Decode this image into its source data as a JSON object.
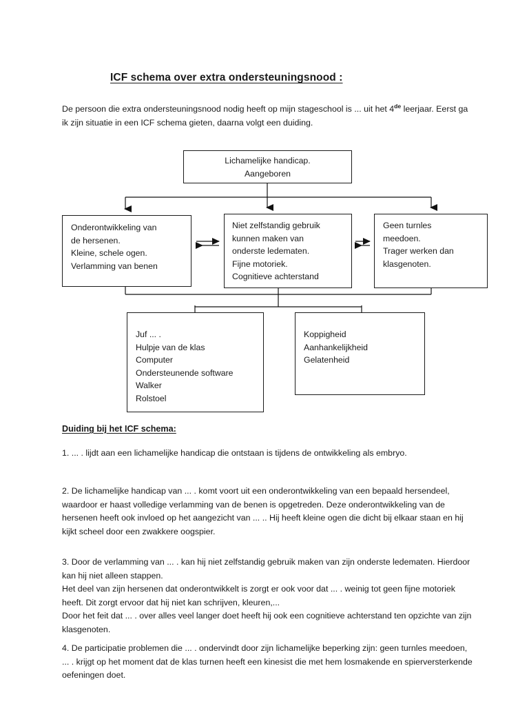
{
  "document": {
    "title": "ICF schema over extra ondersteuningsnood :",
    "intro_before": "De persoon die extra ondersteuningsnood nodig heeft op mijn stageschool is ... uit het 4",
    "intro_sup": "de",
    "intro_after": " leerjaar. Eerst ga ik zijn situatie in een ICF schema gieten, daarna volgt een duiding."
  },
  "diagram": {
    "nodes": {
      "top": "Lichamelijke handicap.\nAangeboren",
      "body_functions": "Onderontwikkeling van\nde hersenen.\nKleine, schele ogen.\nVerlamming van benen",
      "activities": "Niet zelfstandig gebruik\nkunnen maken van\nonderste ledematen.\nFijne motoriek.\nCognitieve achterstand",
      "participation": "Geen turnles\nmeedoen.\nTrager werken dan\nklasgenoten.",
      "external_factors": "Juf ... .\nHulpje van de klas\nComputer\nOndersteunende software\nWalker\nRolstoel",
      "personal_factors": "Koppigheid\nAanhankelijkheid\nGelatenheid"
    },
    "line_color": "#1a1a1a"
  },
  "duiding": {
    "heading": "Duiding bij het ICF schema:",
    "paragraphs": [
      "1. ... . lijdt aan een lichamelijke handicap die ontstaan is tijdens de ontwikkeling als embryo.",
      "2. De lichamelijke handicap van ... . komt voort uit een onderontwikkeling van een bepaald hersendeel, waardoor er haast volledige verlamming van de benen is opgetreden. Deze onderontwikkeling van de hersenen heeft ook invloed op het aangezicht van ... .. Hij heeft kleine ogen die dicht bij elkaar staan en hij kijkt scheel door een zwakkere oogspier.",
      "3. Door de verlamming van ... . kan hij niet zelfstandig gebruik maken van zijn onderste ledematen. Hierdoor kan hij niet alleen stappen.\nHet deel van zijn hersenen dat onderontwikkelt is zorgt er ook voor dat ... . weinig tot geen fijne motoriek heeft. Dit zorgt ervoor dat hij niet kan schrijven, kleuren,...\nDoor het feit dat ... . over alles veel langer doet heeft hij ook een cognitieve achterstand ten opzichte van zijn klasgenoten.",
      "4. De participatie problemen die ... . ondervindt door zijn lichamelijke beperking zijn: geen turnles meedoen, ... . krijgt op het moment dat de klas turnen heeft een kinesist die met hem losmakende en spierversterkende oefeningen doet."
    ]
  }
}
